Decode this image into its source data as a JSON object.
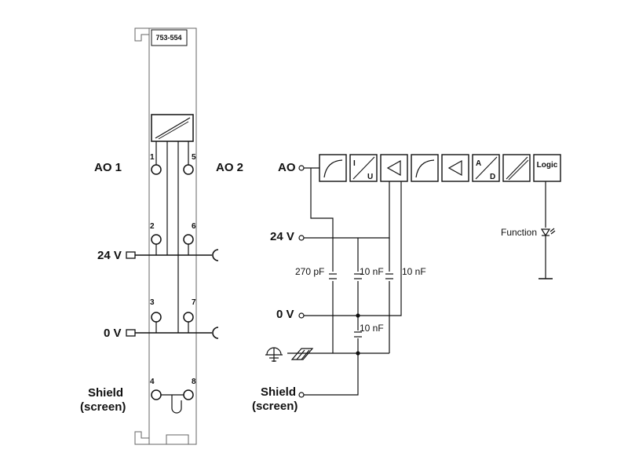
{
  "terminal": {
    "part_number": "753-554",
    "left_channel_label": "AO 1",
    "right_channel_label": "AO 2",
    "supply_label": "24 V",
    "ground_label": "0 V",
    "shield_label_line1": "Shield",
    "shield_label_line2": "(screen)",
    "pins": [
      "1",
      "2",
      "3",
      "4",
      "5",
      "6",
      "7",
      "8"
    ]
  },
  "schematic": {
    "output_label": "AO",
    "supply_label": "24 V",
    "ground_label": "0 V",
    "shield_label_line1": "Shield",
    "shield_label_line2": "(screen)",
    "capacitors": [
      "270 pF",
      "10 nF",
      "10 nF",
      "10 nF"
    ],
    "blocks": [
      {
        "name": "filter",
        "text": ""
      },
      {
        "name": "converter",
        "text_top": "I",
        "text_bottom": "U"
      },
      {
        "name": "amplifier",
        "text": ""
      },
      {
        "name": "filter-2",
        "text": ""
      },
      {
        "name": "amplifier-2",
        "text": ""
      },
      {
        "name": "ad-converter",
        "text_top": "A",
        "text_bottom": "D"
      },
      {
        "name": "isolation",
        "text": ""
      },
      {
        "name": "logic",
        "text": "Logic"
      }
    ],
    "function_label": "Function"
  }
}
